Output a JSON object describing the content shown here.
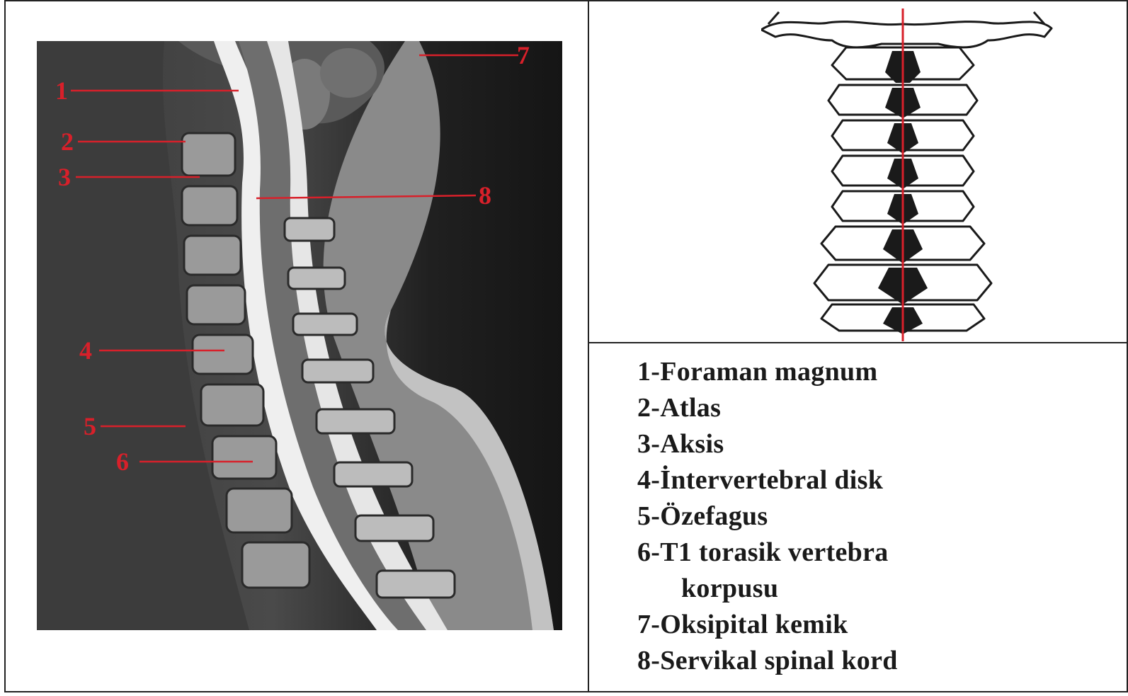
{
  "mri_labels": [
    "1",
    "2",
    "3",
    "4",
    "5",
    "6",
    "7",
    "8"
  ],
  "legend": [
    {
      "text": "1-Foraman magnum"
    },
    {
      "text": "2-Atlas"
    },
    {
      "text": "3-Aksis"
    },
    {
      "text": "4-İntervertebral disk"
    },
    {
      "text": "5-Özefagus"
    },
    {
      "text": "6-T1 torasik vertebra"
    },
    {
      "text": "korpusu",
      "continuation": true
    },
    {
      "text": "7-Oksipital kemik"
    },
    {
      "text": "8-Servikal spinal kord"
    }
  ],
  "colors": {
    "annotation": "#d8202a",
    "border": "#222222"
  }
}
